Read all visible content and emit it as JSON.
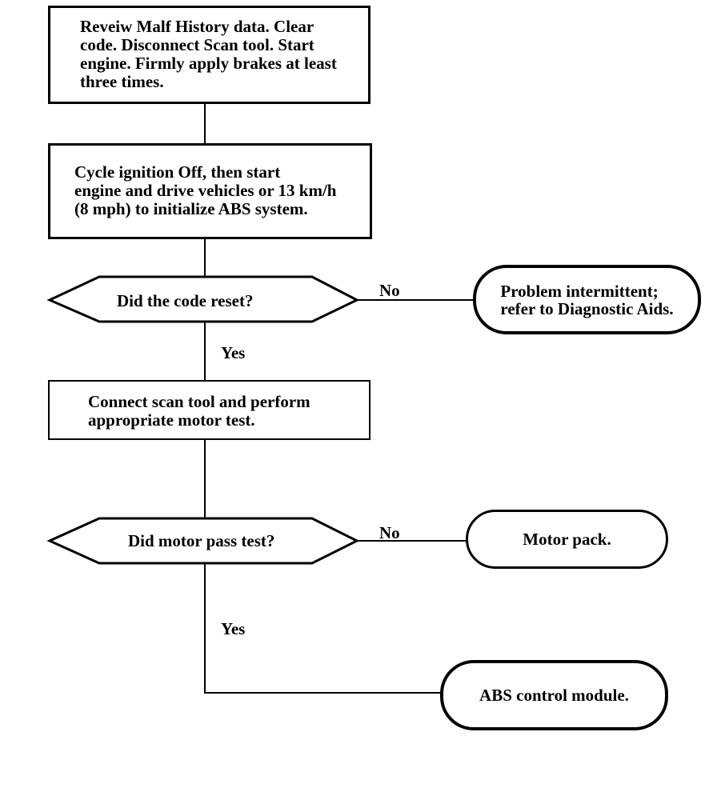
{
  "steps": {
    "review": "Reveiw Malf History data.  Clear\ncode. Disconnect Scan tool. Start\nengine. Firmly apply brakes at least\nthree times.",
    "cycle": "Cycle ignition Off, then start\nengine and drive vehicles or 13 km/h\n(8 mph) to initialize ABS system.",
    "connect": "Connect scan tool and perform\nappropriate motor test."
  },
  "decisions": {
    "code_reset": "Did the code reset?",
    "motor_pass": "Did motor pass test?"
  },
  "outcomes": {
    "intermittent": "Problem intermittent;\nrefer to Diagnostic Aids.",
    "motor_pack": "Motor pack.",
    "abs_module": "ABS control module."
  },
  "branch_labels": {
    "no_1": "No",
    "yes_1": "Yes",
    "no_2": "No",
    "yes_2": "Yes"
  }
}
